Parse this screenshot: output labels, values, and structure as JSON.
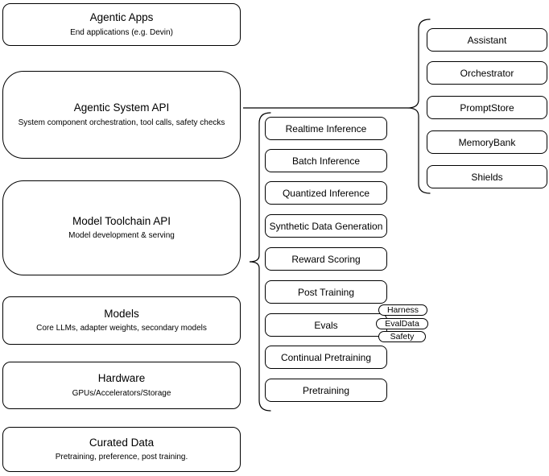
{
  "diagram": {
    "left_stack": [
      {
        "title": "Agentic Apps",
        "subtitle": "End applications (e.g. Devin)"
      },
      {
        "title": "Agentic System API",
        "subtitle": "System component orchestration, tool calls, safety checks"
      },
      {
        "title": "Model Toolchain API",
        "subtitle": "Model development & serving"
      },
      {
        "title": "Models",
        "subtitle": "Core LLMs, adapter weights, secondary models"
      },
      {
        "title": "Hardware",
        "subtitle": "GPUs/Accelerators/Storage"
      },
      {
        "title": "Curated Data",
        "subtitle": "Pretraining, preference, post training."
      }
    ],
    "toolchain_items": [
      "Realtime Inference",
      "Batch Inference",
      "Quantized Inference",
      "Synthetic Data Generation",
      "Reward Scoring",
      "Post Training",
      "Evals",
      "Continual Pretraining",
      "Pretraining"
    ],
    "evals_tags": [
      "Harness",
      "EvalData",
      "Safety"
    ],
    "system_components": [
      "Assistant",
      "Orchestrator",
      "PromptStore",
      "MemoryBank",
      "Shields"
    ],
    "colors": {
      "stroke": "#000000",
      "background": "#ffffff",
      "text": "#000000"
    }
  }
}
